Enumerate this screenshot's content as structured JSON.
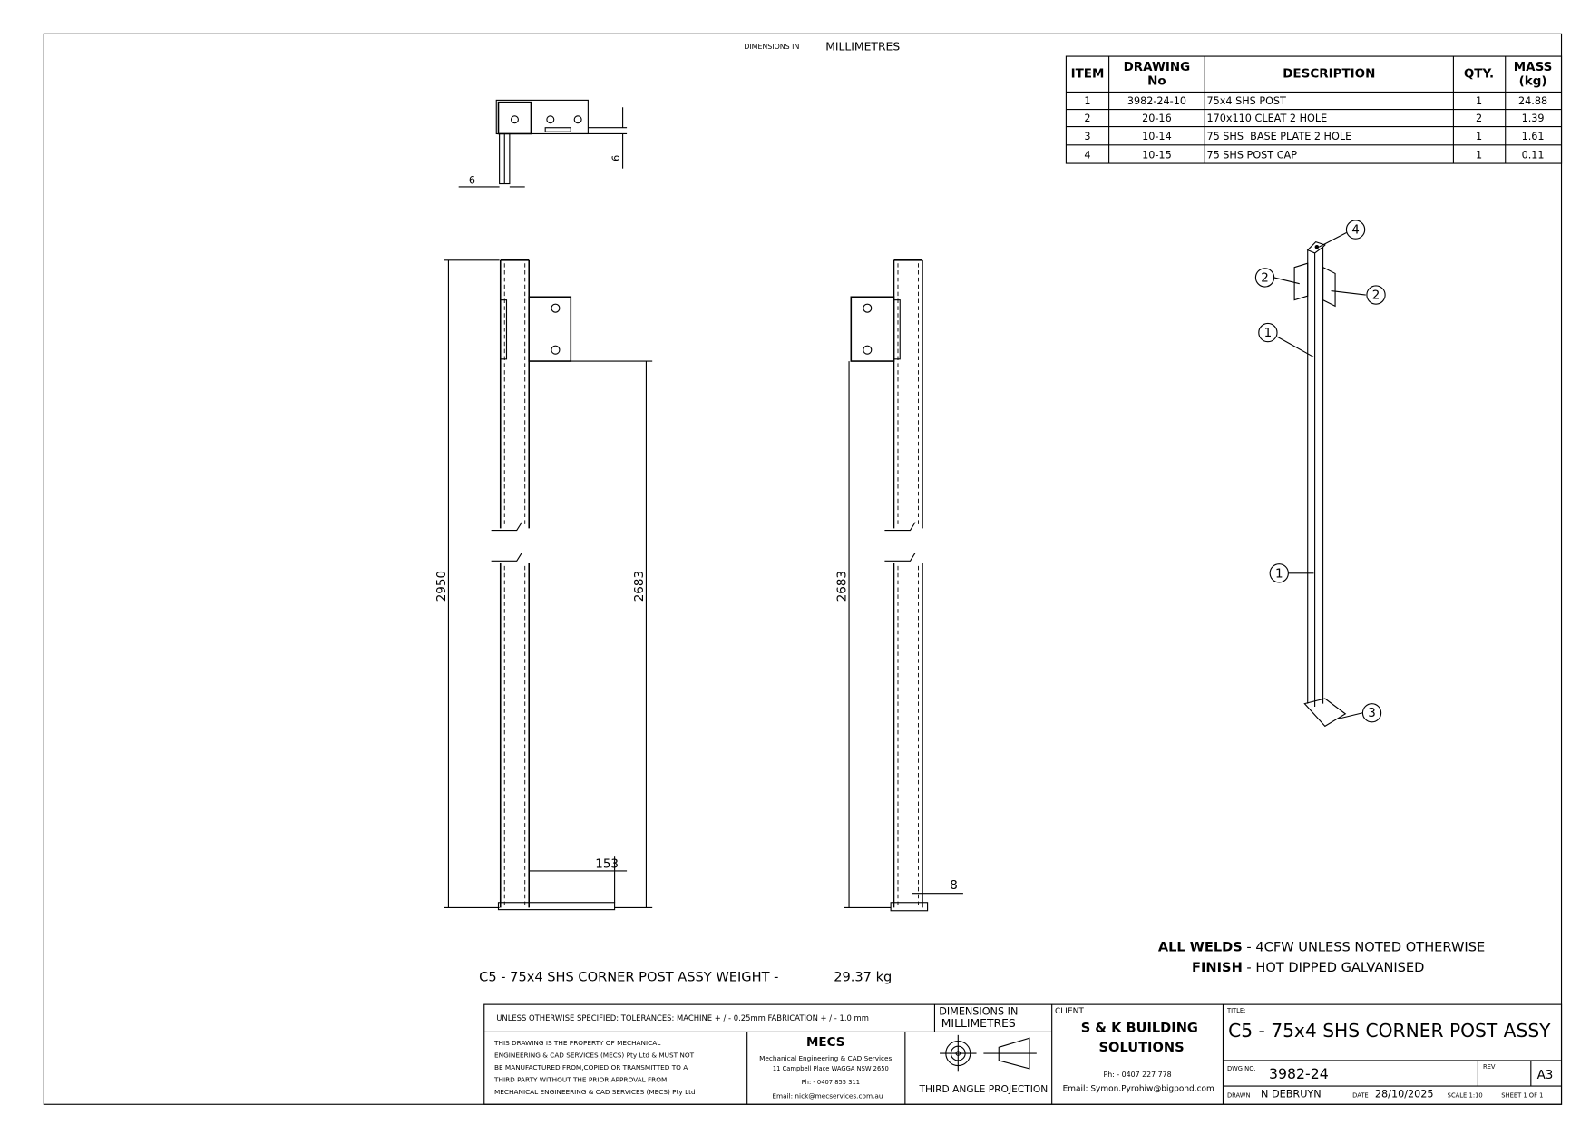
{
  "header": {
    "dims_small": "DIMENSIONS IN",
    "dims_large": "MILLIMETRES"
  },
  "bom": {
    "headers": [
      "ITEM",
      "DRAWING",
      "No",
      "DESCRIPTION",
      "QTY.",
      "MASS",
      "(kg)"
    ],
    "rows": [
      {
        "item": "1",
        "dwg": "3982-24-10",
        "desc": "75x4 SHS POST",
        "qty": "1",
        "mass": "24.88"
      },
      {
        "item": "2",
        "dwg": "20-16",
        "desc": "170x110 CLEAT 2 HOLE",
        "qty": "2",
        "mass": "1.39"
      },
      {
        "item": "3",
        "dwg": "10-14",
        "desc": "75 SHS  BASE PLATE 2 HOLE",
        "qty": "1",
        "mass": "1.61"
      },
      {
        "item": "4",
        "dwg": "10-15",
        "desc": "75 SHS POST CAP",
        "qty": "1",
        "mass": "0.11"
      }
    ]
  },
  "dims": {
    "top_h": "6",
    "top_v": "6",
    "overall": "2950",
    "cleat_height": "2683",
    "cleat_height_side": "2683",
    "offset": "153",
    "plate": "8"
  },
  "balloons": [
    "4",
    "2",
    "2",
    "1",
    "1",
    "3"
  ],
  "notes": {
    "welds_label": "ALL WELDS",
    "welds_text": " - 4CFW UNLESS NOTED OTHERWISE",
    "finish_label": "FINISH",
    "finish_text": " - HOT DIPPED GALVANISED"
  },
  "caption": {
    "text": "C5 - 75x4 SHS CORNER POST ASSY WEIGHT -",
    "weight": "29.37 kg"
  },
  "title_block": {
    "tolerances": "UNLESS OTHERWISE SPECIFIED: TOLERANCES: MACHINE + / - 0.25mm  FABRICATION + / - 1.0 mm",
    "dims_in": "DIMENSIONS IN",
    "dims_unit": "MILLIMETRES",
    "property": [
      "THIS DRAWING IS THE PROPERTY OF MECHANICAL",
      "ENGINEERING & CAD SERVICES (MECS) Pty Ltd & MUST NOT",
      "BE MANUFACTURED FROM,COPIED OR TRANSMITTED TO A",
      "THIRD PARTY WITHOUT THE PRIOR APPROVAL FROM",
      "MECHANICAL ENGINEERING & CAD SERVICES (MECS) Pty Ltd"
    ],
    "company": {
      "logo": "MECS",
      "name": "Mechanical Engineering & CAD Services",
      "address": "11 Campbell Place WAGGA NSW 2650",
      "phone": "Ph: - 0407 855 311",
      "email": "Email: nick@mecservices.com.au"
    },
    "projection": "THIRD ANGLE PROJECTION",
    "client_label": "CLIENT",
    "client_name_1": "S & K  BUILDING",
    "client_name_2": "SOLUTIONS",
    "client_phone": "Ph: - 0407 227 778",
    "client_email": "Email: Symon.Pyrohiw@bigpond.com",
    "title_label": "TITLE:",
    "title": "C5 - 75x4 SHS CORNER POST ASSY",
    "dwg_label": "DWG NO.",
    "dwg_no": "3982-24",
    "rev_label": "REV",
    "size": "A3",
    "drawn_label": "DRAWN",
    "drawn": "N DEBRUYN",
    "date_label": "DATE",
    "date": "28/10/2025",
    "scale": "SCALE:1:10",
    "sheet": "SHEET 1 OF 1"
  }
}
